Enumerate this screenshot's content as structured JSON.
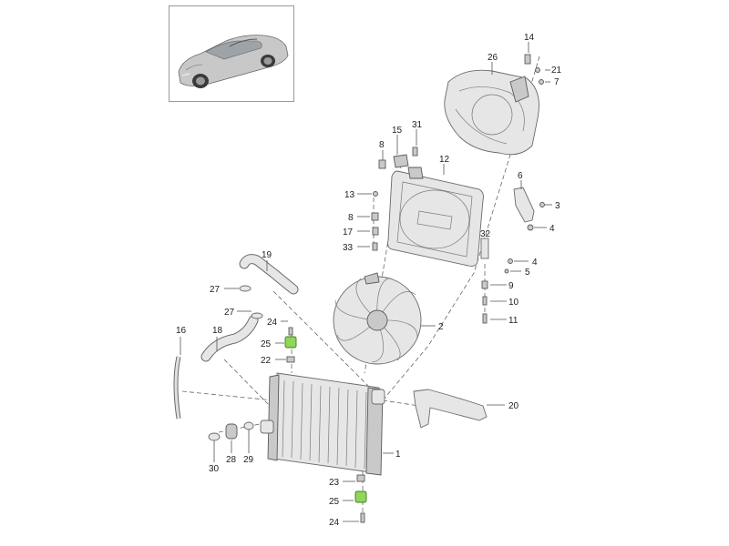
{
  "diagram": {
    "thumbnail": {
      "icon": "sports-car-icon"
    },
    "callouts": [
      {
        "id": "c14",
        "label": "14"
      },
      {
        "id": "c26",
        "label": "26"
      },
      {
        "id": "c21",
        "label": "21"
      },
      {
        "id": "c7",
        "label": "7"
      },
      {
        "id": "c31",
        "label": "31"
      },
      {
        "id": "c15",
        "label": "15"
      },
      {
        "id": "c8a",
        "label": "8"
      },
      {
        "id": "c12",
        "label": "12"
      },
      {
        "id": "c6",
        "label": "6"
      },
      {
        "id": "c13",
        "label": "13"
      },
      {
        "id": "c3",
        "label": "3"
      },
      {
        "id": "c8b",
        "label": "8"
      },
      {
        "id": "c4a",
        "label": "4"
      },
      {
        "id": "c17",
        "label": "17"
      },
      {
        "id": "c32",
        "label": "32"
      },
      {
        "id": "c33",
        "label": "33"
      },
      {
        "id": "c19",
        "label": "19"
      },
      {
        "id": "c4b",
        "label": "4"
      },
      {
        "id": "c5",
        "label": "5"
      },
      {
        "id": "c27a",
        "label": "27"
      },
      {
        "id": "c9",
        "label": "9"
      },
      {
        "id": "c10",
        "label": "10"
      },
      {
        "id": "c27b",
        "label": "27"
      },
      {
        "id": "c24a",
        "label": "24"
      },
      {
        "id": "c11",
        "label": "11"
      },
      {
        "id": "c2",
        "label": "2"
      },
      {
        "id": "c16",
        "label": "16"
      },
      {
        "id": "c18",
        "label": "18"
      },
      {
        "id": "c25a",
        "label": "25"
      },
      {
        "id": "c22",
        "label": "22"
      },
      {
        "id": "c20",
        "label": "20"
      },
      {
        "id": "c1",
        "label": "1"
      },
      {
        "id": "c28",
        "label": "28"
      },
      {
        "id": "c29",
        "label": "29"
      },
      {
        "id": "c30",
        "label": "30"
      },
      {
        "id": "c23",
        "label": "23"
      },
      {
        "id": "c25b",
        "label": "25"
      },
      {
        "id": "c24b",
        "label": "24"
      }
    ],
    "colors": {
      "highlight": "#8fd65a",
      "part_fill": "#e6e6e6",
      "line": "#555555"
    }
  }
}
